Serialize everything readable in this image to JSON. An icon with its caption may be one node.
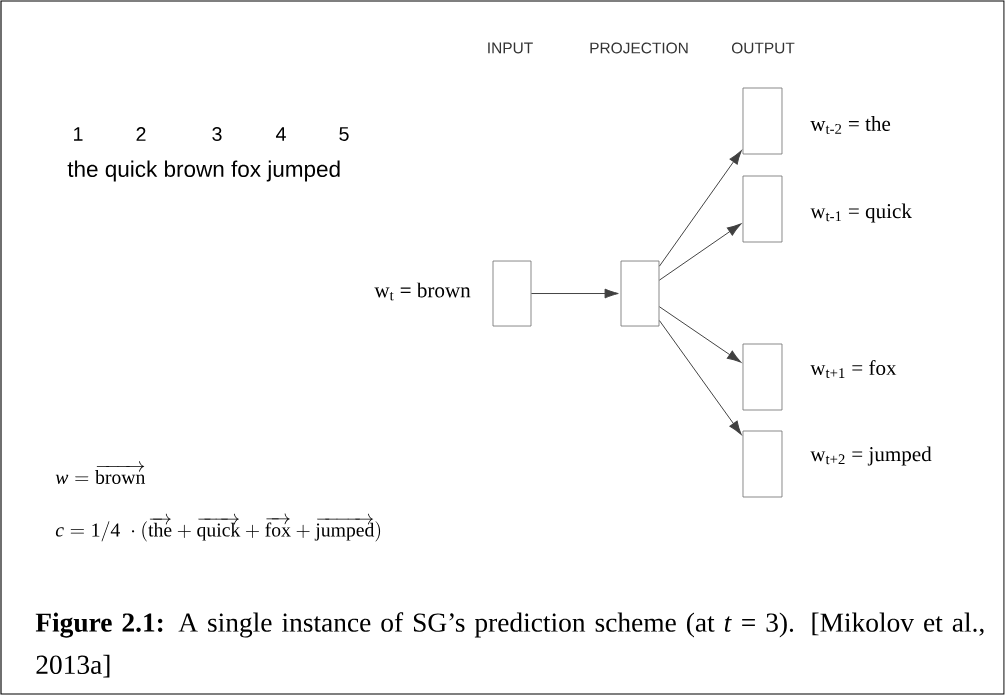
{
  "diagram": {
    "caption": "**Figure 2.1:** A single instance of SG’s prediction scheme (at *t* = 3). [Mikolov et al., 2013a]",
    "nodes": [
      {
        "text": [],
        "shape": "box",
        "beside": [
          "w$_{t}$ = brown"
        ]
      },
      {
        "text": [],
        "shape": "box"
      },
      {
        "text": [],
        "shape": "box",
        "beside": [
          "w$_{t-2}$ = the"
        ]
      },
      {
        "text": [],
        "shape": "box",
        "beside": [
          "w$_{t-1}$ = quick"
        ]
      },
      {
        "text": [],
        "shape": "box",
        "beside": [
          "w$_{t+1}$ = fox"
        ]
      },
      {
        "text": [],
        "shape": "box",
        "beside": [
          "w$_{t+2}$ = jumped"
        ]
      }
    ],
    "edges": [
      {
        "from": 0,
        "to": 1,
        "arrow": "to"
      },
      {
        "from": 1,
        "to": 2,
        "arrow": "to"
      },
      {
        "from": 1,
        "to": 3,
        "arrow": "to"
      },
      {
        "from": 1,
        "to": 4,
        "arrow": "to"
      },
      {
        "from": 1,
        "to": 5,
        "arrow": "to"
      }
    ],
    "labels": [
      "INPUT",
      "PROJECTION",
      "OUTPUT",
      "1",
      "2",
      "3",
      "4",
      "5",
      "the quick brown fox jumped",
      "\\mathit{w} = \\overrightarrow{\\mathrm{brown}}",
      "\\mathit{c} = \\mathrm{1/4}\\ \\cdot(\\overrightarrow{\\mathrm{the}} + \\overrightarrow{\\mathrm{quick}} + \\overrightarrow{\\mathrm{fox}} + \\overrightarrow{\\mathrm{jumped}})"
    ]
  }
}
